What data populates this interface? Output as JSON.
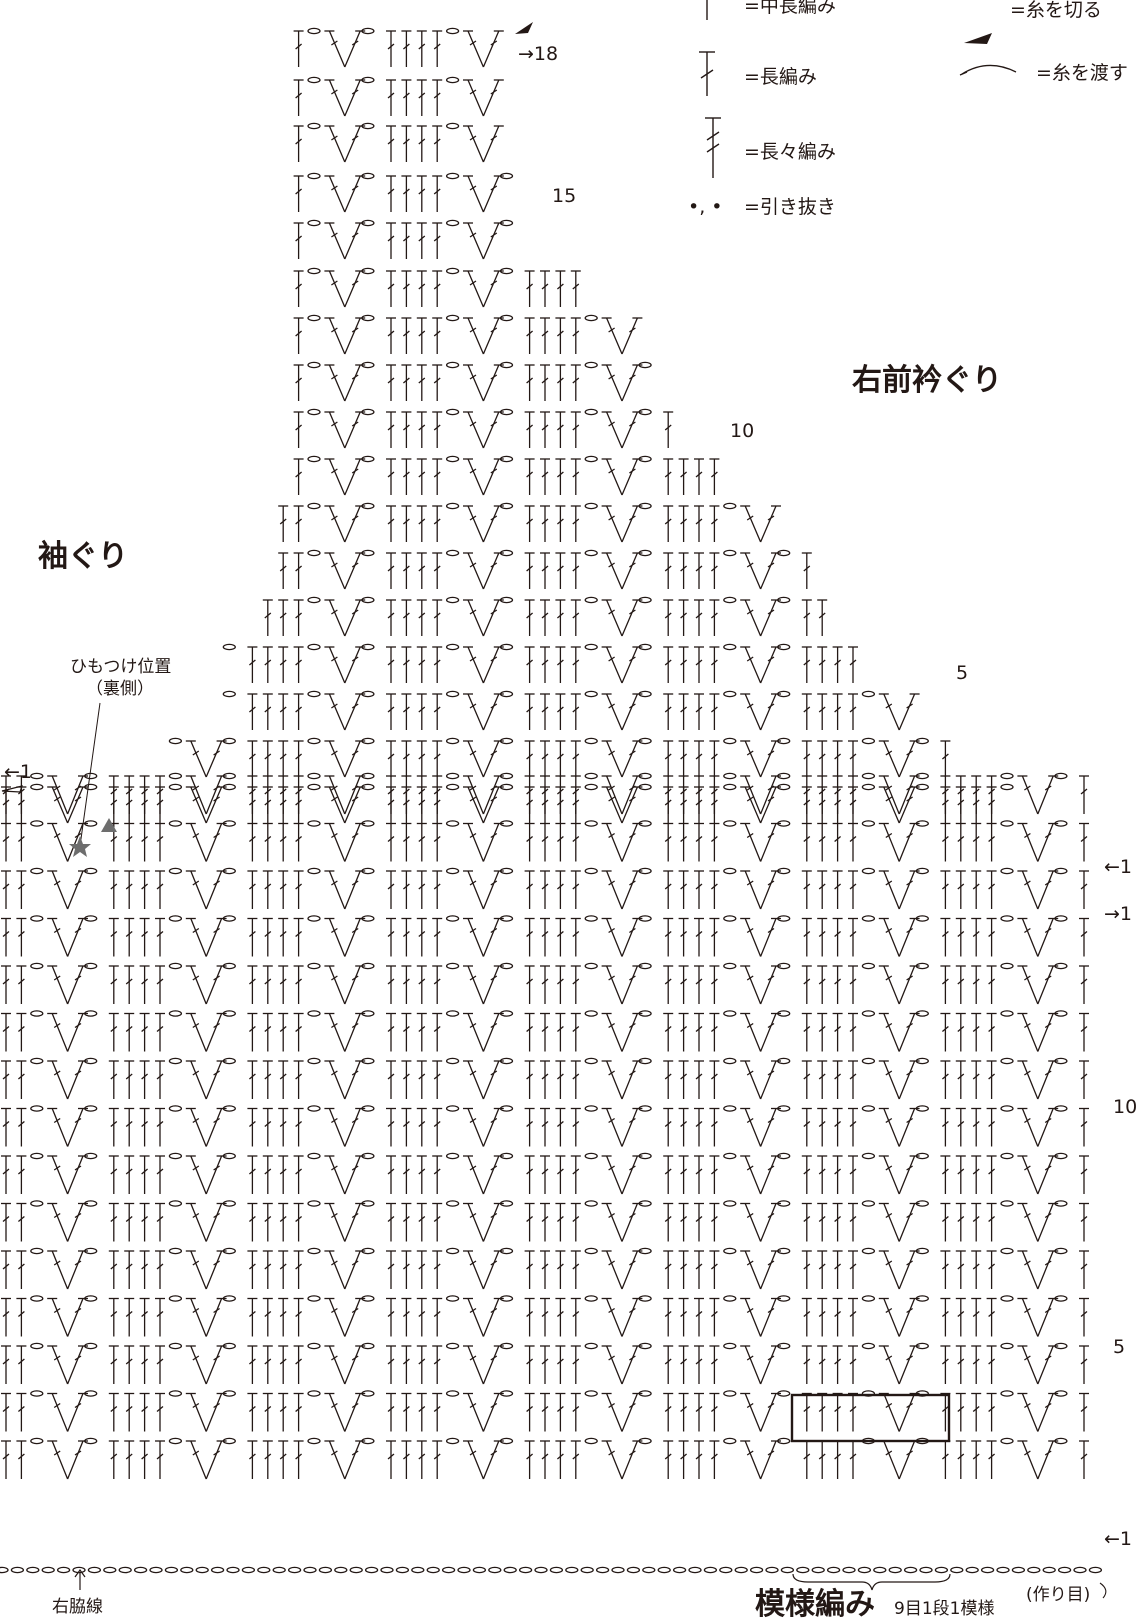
{
  "legend": {
    "hdc": "=中長編み",
    "dc": "=長編み",
    "tr": "=長々編み",
    "slst_symbol": "•, •",
    "slst": "=引き抜き",
    "cut": "=糸を切る",
    "carry": "=糸を渡す"
  },
  "labels": {
    "armhole": "袖ぐり",
    "neckline": "右前衿ぐり",
    "tie_position": "ひもつけ位置",
    "tie_position_sub": "（裏側）",
    "side_line": "右脇線",
    "foundation": "(作り目)",
    "pattern_name": "模様編み",
    "pattern_repeat": "9目1段1模様"
  },
  "row_labels": {
    "yoke_top": "→18",
    "yoke_15": "15",
    "yoke_10": "10",
    "yoke_5": "5",
    "yoke_1": "←1",
    "body_13": "←1",
    "body_12": "→1",
    "body_10": "10",
    "body_5": "5",
    "body_1": "←1"
  },
  "colors": {
    "ink": "#231815",
    "marker": "#6d6d6d"
  },
  "chart_data": {
    "type": "crochet-chart",
    "body_rows": 13,
    "yoke_rows": 18,
    "stitches_per_repeat": 9,
    "rows_per_repeat": 1
  }
}
